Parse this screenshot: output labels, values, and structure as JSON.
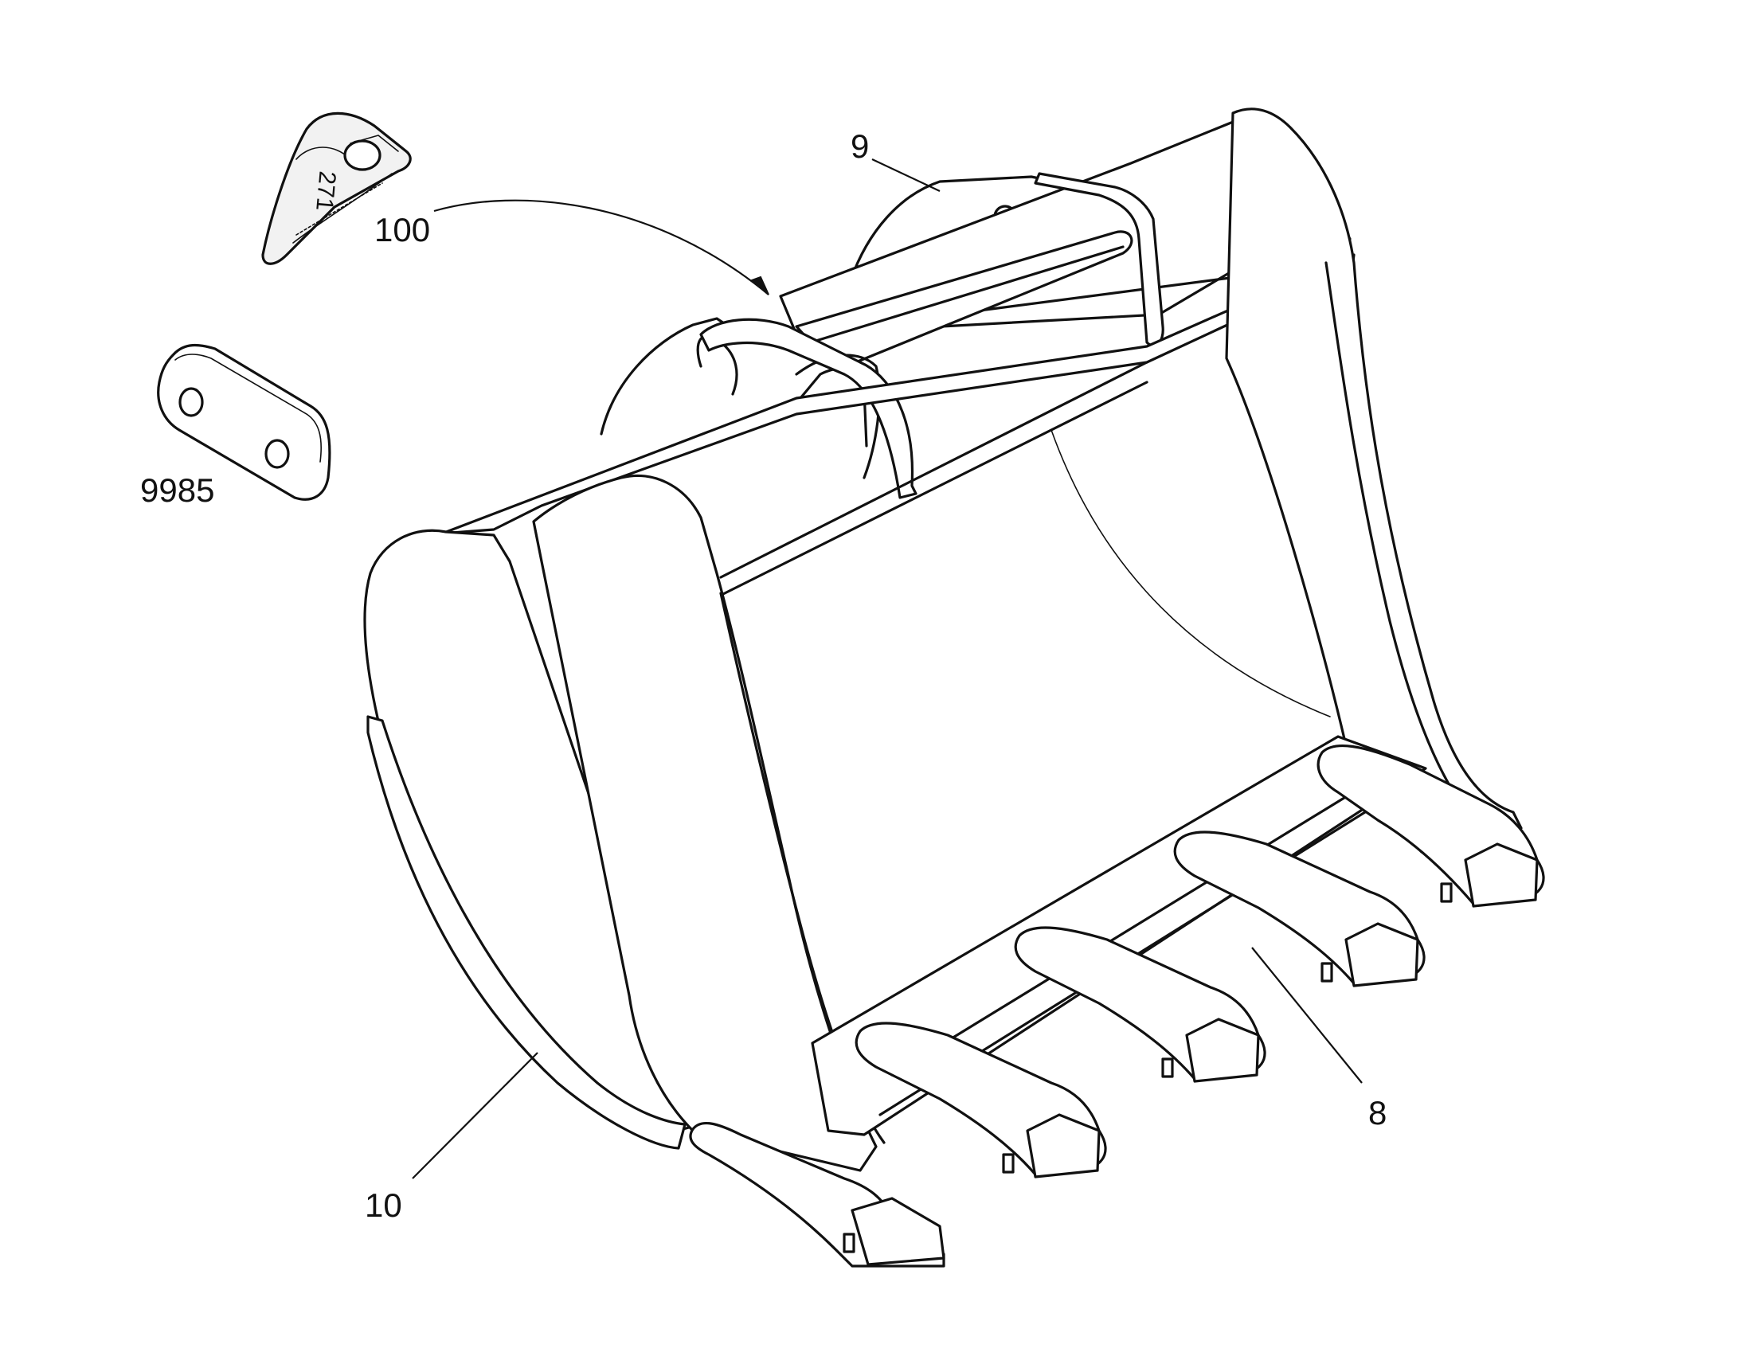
{
  "callouts": {
    "c9": "9",
    "c100": "100",
    "c9985": "9985",
    "c8": "8",
    "c10": "10"
  },
  "part_100_marking": "271",
  "colors": {
    "line": "#111111",
    "background": "#ffffff"
  }
}
